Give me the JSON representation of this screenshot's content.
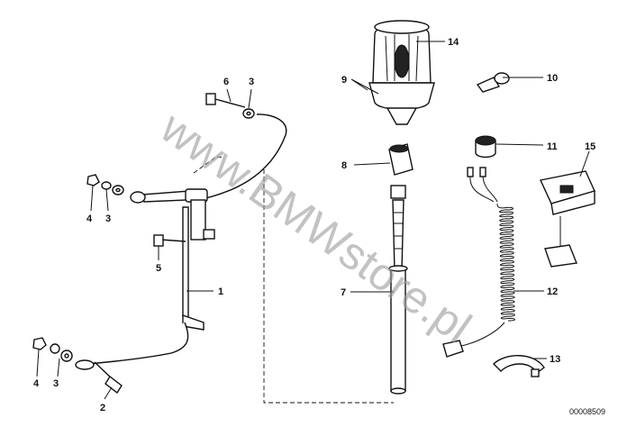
{
  "watermark": "www.BMWstore.pl",
  "catalog_code": "00008509",
  "callouts": {
    "c1": "1",
    "c2": "2",
    "c3a": "3",
    "c3b": "3",
    "c3c": "3",
    "c4a": "4",
    "c4b": "4",
    "c5": "5",
    "c6": "6",
    "c7": "7",
    "c8": "8",
    "c9": "9",
    "c10": "10",
    "c11": "11",
    "c12": "12",
    "c13": "13",
    "c14": "14",
    "c15": "15"
  }
}
